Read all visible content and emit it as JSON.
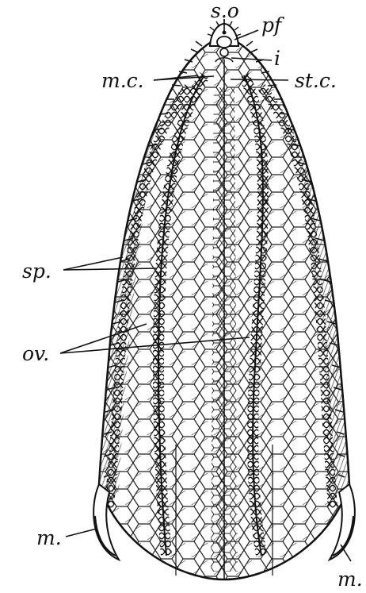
{
  "figure": {
    "labels": {
      "so": "s.o",
      "pf": "pf",
      "i": "i",
      "mc": "m.c.",
      "stc": "st.c.",
      "sp": "sp.",
      "ov": "ov.",
      "m_left": "m.",
      "m_right": "m."
    },
    "colors": {
      "ink": "#111111",
      "paper": "#ffffff"
    }
  }
}
